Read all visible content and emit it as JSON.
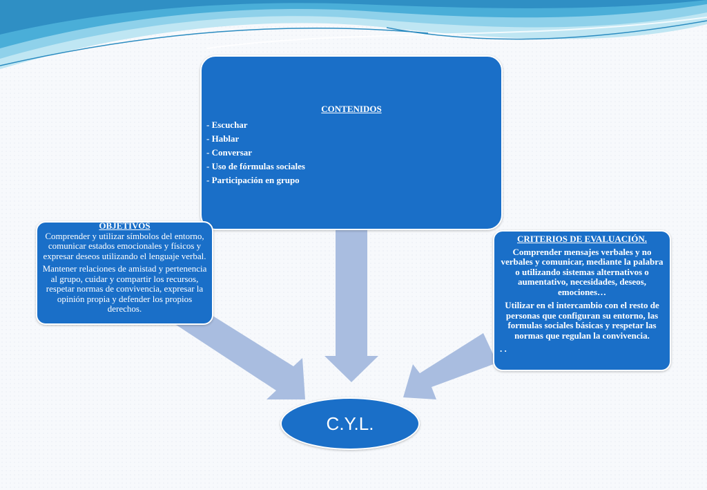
{
  "contenidos": {
    "title": "CONTENIDOS",
    "items": [
      "- Escuchar",
      "- Hablar",
      "- Conversar",
      "- Uso de fórmulas sociales",
      "- Participación en grupo"
    ]
  },
  "objetivos": {
    "title": "OBJETIVOS",
    "paragraphs": [
      "Comprender y utilizar símbolos del entorno, comunicar estados emocionales y físicos y expresar deseos utilizando el lenguaje verbal.",
      "Mantener relaciones de amistad y pertenencia al grupo, cuidar y compartir los recursos, respetar normas de convivencia, expresar la opinión propia y defender los propios derechos."
    ]
  },
  "criterios": {
    "title": "CRITERIOS DE EVALUACIÓN.",
    "paragraphs": [
      "Comprender mensajes verbales y no verbales y comunicar, mediante la palabra o utilizando sistemas alternativos o aumentativo, necesidades, deseos, emociones…",
      "Utilizar en el intercambio con el resto de personas que configuran su entorno, las formulas sociales básicas y respetar las normas que regulan la convivencia."
    ],
    "trailing": ". ."
  },
  "center": {
    "label": "C.Y.L."
  },
  "colors": {
    "box": "#1a6fc8",
    "arrow": "#a9bde0",
    "wave_dark": "#3b9fd0",
    "wave_light": "#a9ddee"
  }
}
